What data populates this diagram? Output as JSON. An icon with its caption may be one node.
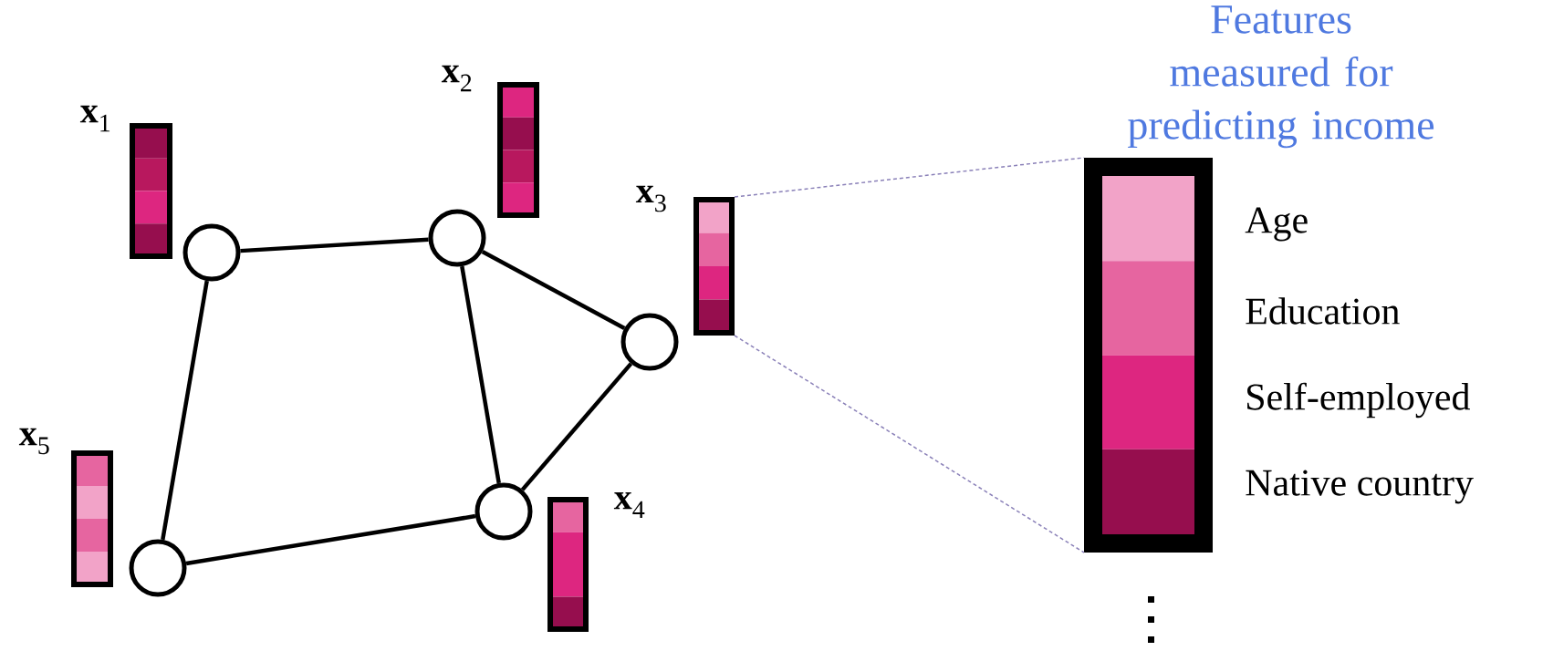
{
  "diagram": {
    "title": "Features measured for predicting income",
    "nodes": [
      {
        "text": [],
        "shape": "circle"
      },
      {
        "text": [],
        "shape": "circle"
      },
      {
        "text": [],
        "shape": "circle"
      },
      {
        "text": [],
        "shape": "circle"
      },
      {
        "text": [],
        "shape": "circle"
      },
      {
        "text": [
          "**x**$_{1}$"
        ]
      },
      {
        "text": [
          "**x**$_{2}$"
        ]
      },
      {
        "text": [
          "**x**$_{3}$"
        ]
      },
      {
        "text": [
          "**x**$_{4}$"
        ]
      },
      {
        "text": [
          "**x**$_{5}$"
        ]
      },
      {
        "text": [],
        "shape": "bar"
      }
    ],
    "edges": [
      {
        "from": 0,
        "to": 1,
        "arrow": "none"
      },
      {
        "from": 0,
        "to": 4,
        "arrow": "none"
      },
      {
        "from": 1,
        "to": 2,
        "arrow": "none"
      },
      {
        "from": 1,
        "to": 3,
        "arrow": "none"
      },
      {
        "from": 2,
        "to": 3,
        "arrow": "none"
      },
      {
        "from": 3,
        "to": 4,
        "arrow": "none"
      },
      {
        "from": 7,
        "to": 10,
        "arrow": "none",
        "style": "dashed",
        "color": "#8a80b8"
      },
      {
        "from": 7,
        "to": 10,
        "arrow": "none",
        "style": "dashed",
        "color": "#8a80b8"
      }
    ],
    "labels": [
      "Age",
      "Education",
      "Self-employed",
      "Native country"
    ]
  }
}
